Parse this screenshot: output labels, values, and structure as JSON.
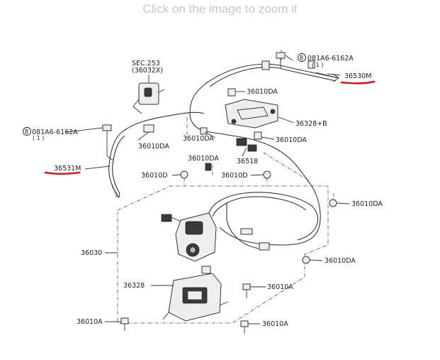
{
  "zoom_hint": "Click on the image to zoom it",
  "accent_color": "#d9141e",
  "labels": {
    "sec253": "SEC.253",
    "sec253_sub": "(36032X)",
    "bolt_top": "B",
    "bolt_top_text": "081A6-6162A",
    "bolt_top_qty": "( 1 )",
    "bolt_left": "B",
    "bolt_left_text": "081A6-6162A",
    "bolt_left_qty": "( 1 )",
    "cable_right": "36530M",
    "cable_left": "36531M",
    "clip_top": "36010DA",
    "plate_top": "36328+B",
    "clip_mid": "36010DA",
    "clip_mid2": "36010DA",
    "clip_left": "36010DA",
    "part_36518": "36518",
    "clip_center": "36010DA",
    "nut_left": "36010D",
    "nut_center": "36010D",
    "clip_right": "36010DA",
    "clip_right2": "36010DA",
    "assembly": "36030",
    "plate_bottom": "36328",
    "bolt_a_right": "36010A",
    "bolt_a_left": "36010A",
    "bolt_a_bottom": "36010A"
  }
}
